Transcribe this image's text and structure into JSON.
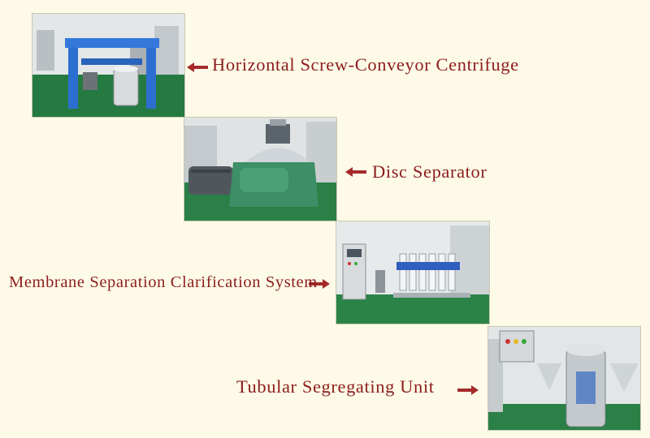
{
  "items": [
    {
      "label": "Horizontal Screw-Conveyor Centrifuge"
    },
    {
      "label": "Disc Separator"
    },
    {
      "label": "Membrane Separation Clarification System"
    },
    {
      "label": "Tubular Segregating Unit"
    }
  ],
  "colors": {
    "label": "#8e1d1d",
    "background": "#fdfbe8",
    "arrow": "#a52a2a"
  }
}
